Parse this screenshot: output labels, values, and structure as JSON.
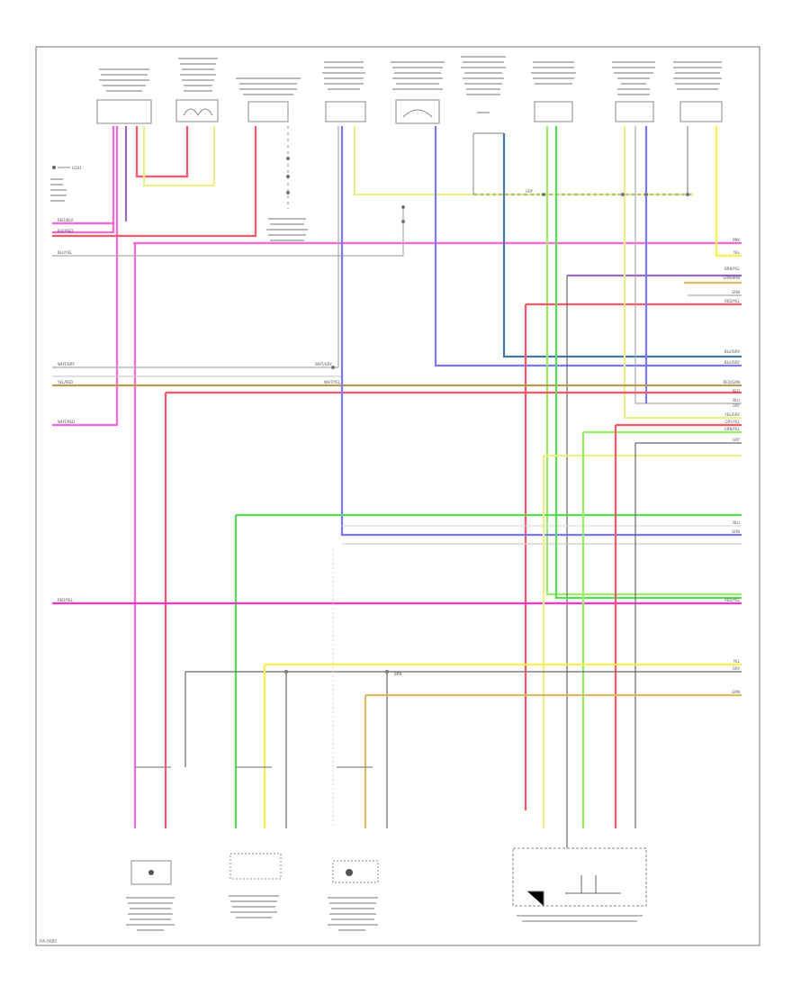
{
  "diagram": {
    "colors": {
      "pink": "#ff66dd",
      "magenta": "#ff33cc",
      "red": "#ff5566",
      "purple": "#9966cc",
      "yellow": "#ffee44",
      "tan": "#ddbb66",
      "light_yellow": "#eeee88",
      "blue": "#7777ff",
      "green": "#55dd55",
      "lime": "#99ee66",
      "teal": "#4477aa",
      "brown": "#aa7744",
      "gray": "#888888",
      "dark_gray": "#555555",
      "frame": "#888888"
    },
    "rail_right_labels": [
      "PNK",
      "YEL",
      "BRN/YEL",
      "GRN/BRN",
      "GRN",
      "RED/YEL",
      "BLU/GRY",
      "BLU/GRY",
      "RED/GRN",
      "RED",
      "BLU",
      "GRY",
      "YEL/GRY",
      "GRY/YEL",
      "GRN/YEL",
      "GRY",
      "BLU",
      "GRN",
      "RED/YEL",
      "YEL",
      "GRY",
      "GRN"
    ],
    "rail_left_labels": [
      "RED/BLU",
      "BLK/RED",
      "BLU/YEL",
      "WHT/GRY",
      "YEL/RED",
      "WHT/RED",
      "RED/YEL"
    ],
    "inline_labels": [
      "WHT/GRY",
      "WHT/YEL",
      "GRY",
      "BRN"
    ],
    "ground_label": "G101",
    "page_label": "PA-5689"
  }
}
